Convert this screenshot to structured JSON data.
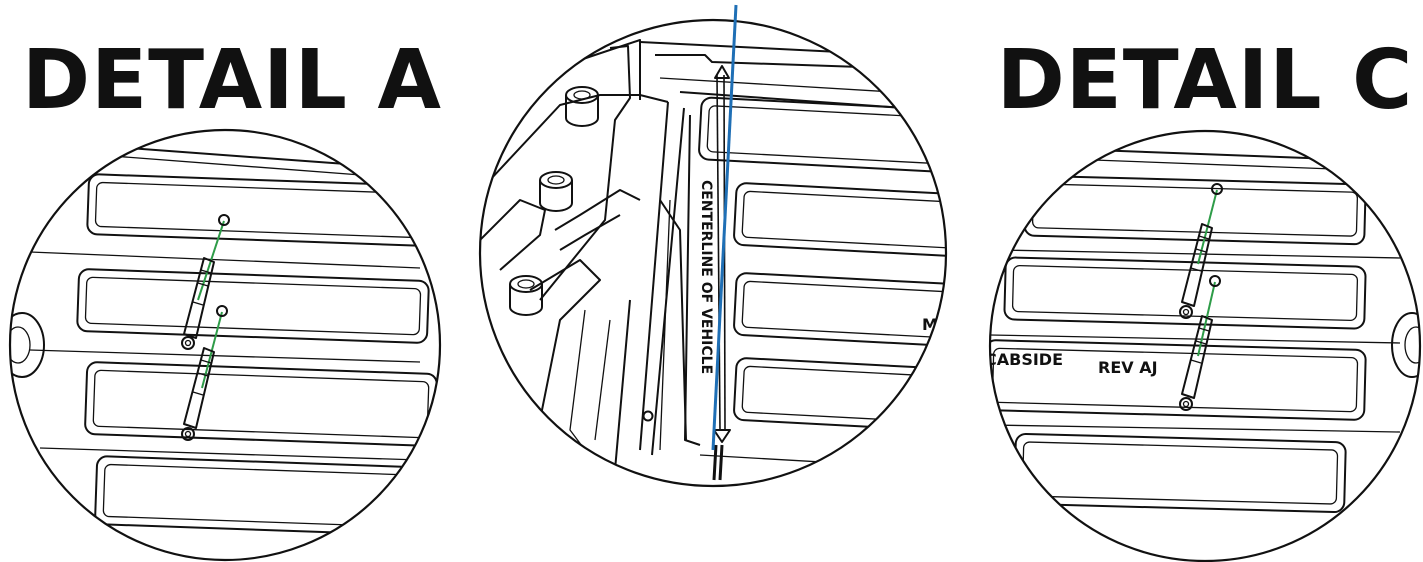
{
  "detail_a": {
    "title": "DETAIL A"
  },
  "detail_b": {
    "centerline_label": "CENTERLINE OF VEHICLE",
    "partial_stamp": "MI"
  },
  "detail_c": {
    "title": "DETAIL C",
    "stamp_left": "CABSIDE",
    "stamp_right": "REV AJ"
  },
  "colors": {
    "ink": "#111111",
    "centerline": "#1f6fb5",
    "fastener_line": "#2e9c48",
    "paper": "#ffffff"
  },
  "icons": {
    "fastener": "rivet-pin-icon",
    "hole": "screw-hole-icon",
    "bumper": "rubber-bumper-icon",
    "grommet": "grommet-icon"
  }
}
